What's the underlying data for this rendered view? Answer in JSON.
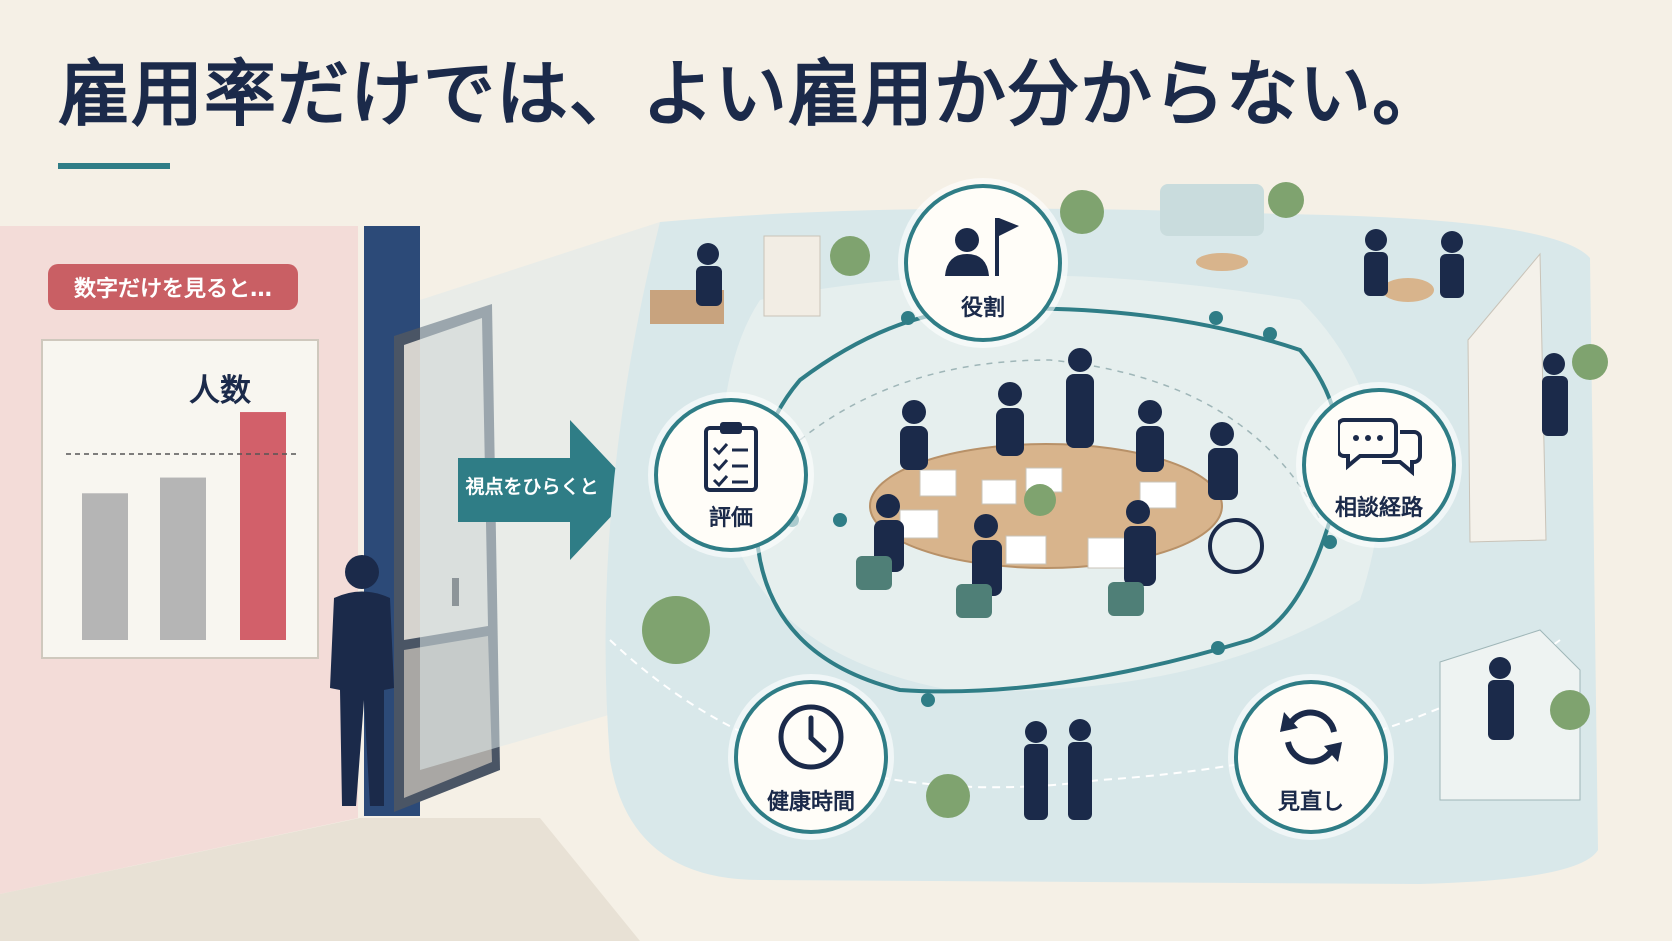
{
  "title": "雇用率だけでは、よい雇用か分からない。",
  "left_panel": {
    "badge_label": "数字だけを見ると…",
    "chart": {
      "title": "人数",
      "bar_levels": [
        0.56,
        0.62,
        0.87
      ],
      "reference_level": 0.71,
      "bar_colors": [
        "#b5b5b5",
        "#b5b5b5",
        "#d2606a"
      ]
    }
  },
  "arrow_label": "視点をひらくと",
  "nodes": {
    "role": {
      "label": "役割",
      "icon": "person-flag-icon"
    },
    "evaluation": {
      "label": "評価",
      "icon": "clipboard-checklist-icon"
    },
    "consultation": {
      "label": "相談経路",
      "icon": "speech-bubbles-icon"
    },
    "health_time": {
      "label": "健康時間",
      "icon": "clock-icon"
    },
    "review": {
      "label": "見直し",
      "icon": "refresh-cycle-icon"
    }
  },
  "colors": {
    "background": "#f5f0e6",
    "navy": "#1b2a4a",
    "teal": "#2f7d86",
    "accent_red": "#c95f64",
    "floor": "#d9e8ea"
  }
}
